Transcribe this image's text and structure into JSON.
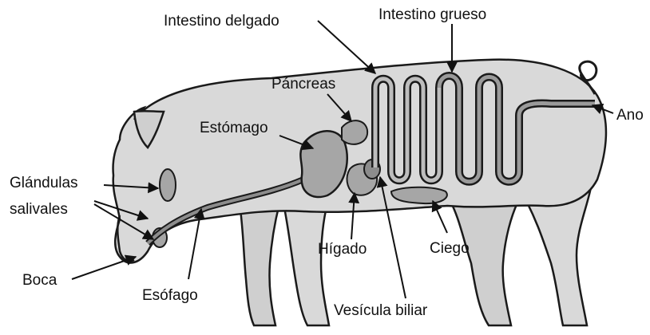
{
  "labels": {
    "intestino_delgado": "Intestino delgado",
    "intestino_grueso": "Intestino grueso",
    "pancreas": "Páncreas",
    "estomago": "Estómago",
    "ano": "Ano",
    "glandulas": "Glándulas",
    "salivales": "salivales",
    "boca": "Boca",
    "esofago": "Esófago",
    "higado": "Hígado",
    "ciego": "Ciego",
    "vesicula": "Vesícula biliar"
  },
  "colors": {
    "body": "#d9d9d9",
    "outline": "#1a1a1a",
    "organ": "#a6a6a6",
    "tube": "#8c8c8c",
    "text": "#111111"
  }
}
